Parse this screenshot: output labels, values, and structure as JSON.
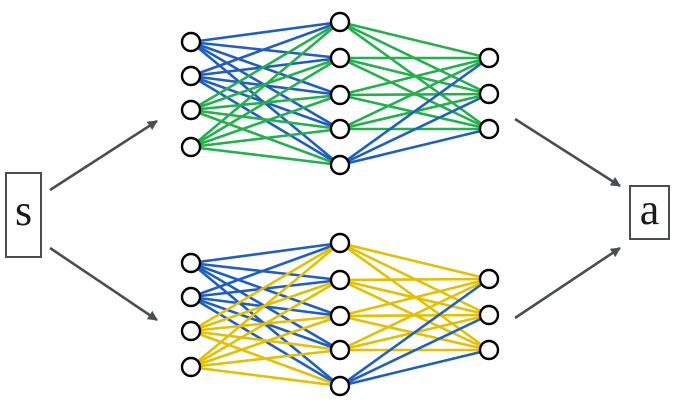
{
  "input": {
    "label": "s"
  },
  "output": {
    "label": "a"
  },
  "colors": {
    "arrow": "#4a4d52",
    "box_border": "#4a4d52",
    "node_stroke": "#000000",
    "node_fill": "#ffffff",
    "blue": "#1f5fc4",
    "green": "#22b14c",
    "yellow": "#e3c000"
  },
  "networks": [
    {
      "id": "upper",
      "layers": [
        4,
        5,
        3
      ],
      "input_to_hidden_colors": [
        "blue",
        "blue",
        "green",
        "green"
      ],
      "hidden_to_output_colors": [
        "green",
        "green",
        "green",
        "green",
        "blue"
      ]
    },
    {
      "id": "lower",
      "layers": [
        4,
        5,
        3
      ],
      "input_to_hidden_colors": [
        "blue",
        "blue",
        "yellow",
        "yellow"
      ],
      "hidden_to_output_colors": [
        "yellow",
        "yellow",
        "yellow",
        "yellow",
        "blue"
      ]
    }
  ]
}
